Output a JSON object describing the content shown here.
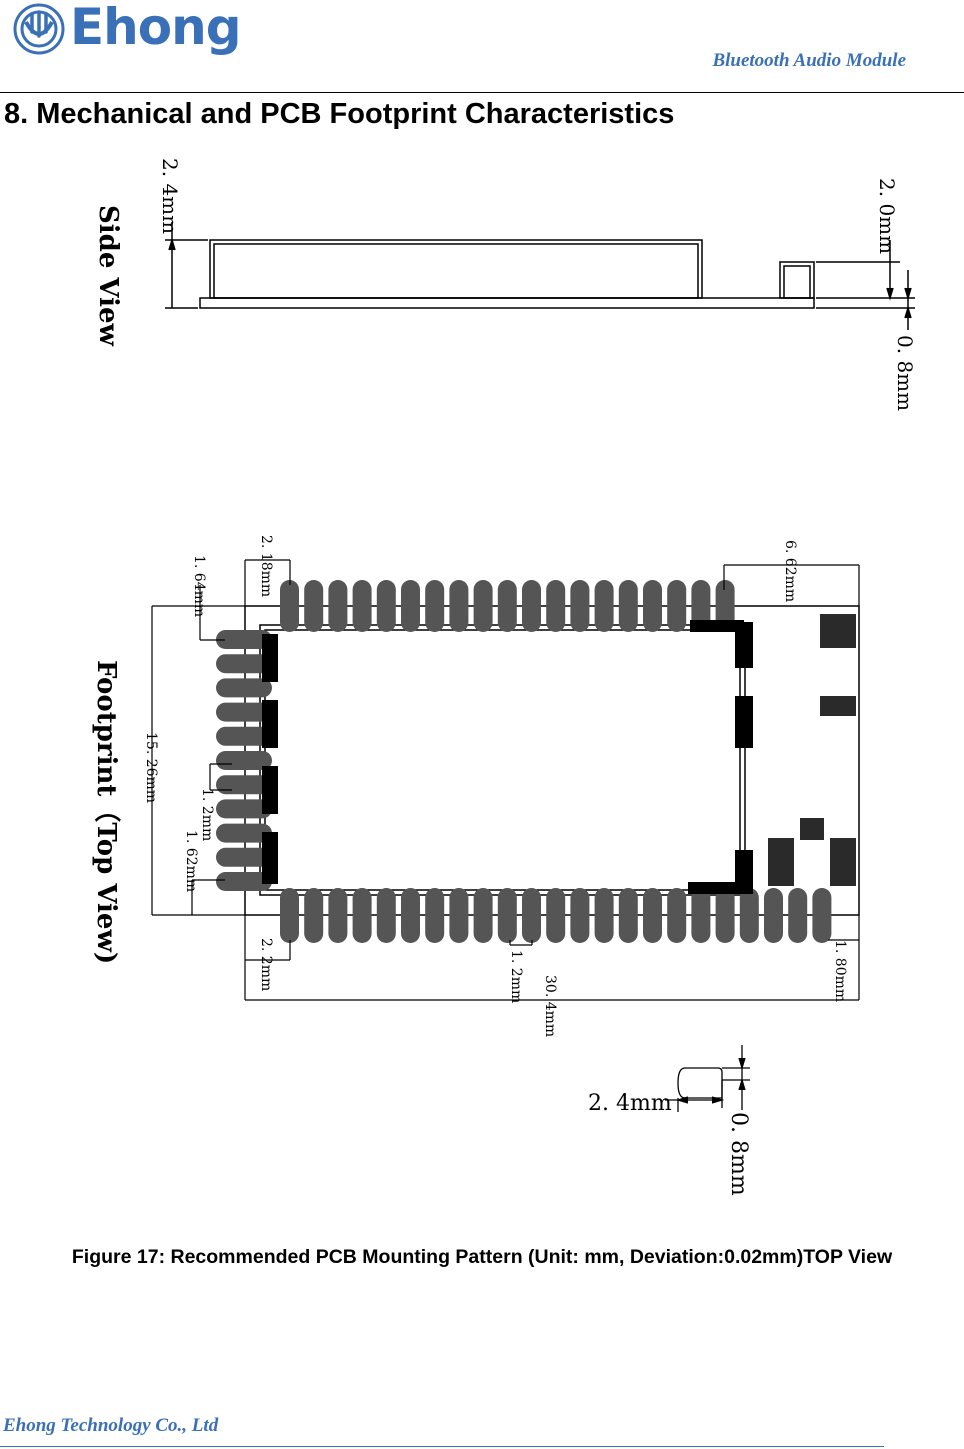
{
  "header": {
    "logo_text": "Ehong",
    "doc_subtitle": "Bluetooth Audio Module",
    "brand_color": "#3a70b8"
  },
  "section": {
    "number": "8.",
    "title": "Mechanical and PCB Footprint Characteristics"
  },
  "drawing": {
    "side_view_label": "Side View",
    "footprint_label": "Footprint（Top View)",
    "dims": {
      "side_height": "2. 4mm",
      "side_right_height": "2. 0mm",
      "side_right_small": "0. 8mm",
      "top_left_offset": "2. 18mm",
      "left_top_margin": "1. 64mm",
      "right_top_width": "6. 62mm",
      "overall_height": "15. 26mm",
      "left_pitch": "1. 2mm",
      "left_bottom_margin": "1. 62mm",
      "bottom_left_offset": "2. 2mm",
      "bottom_pitch": "1. 2mm",
      "overall_width": "30. 4mm",
      "bottom_right_offset": "1. 80mm",
      "pad_length": "2. 4mm",
      "pad_width": "0. 8mm"
    }
  },
  "figure": {
    "caption": "Figure 17: Recommended PCB Mounting Pattern (Unit: mm, Deviation:0.02mm)TOP View"
  },
  "footer": {
    "company": "Ehong Technology Co., Ltd"
  }
}
